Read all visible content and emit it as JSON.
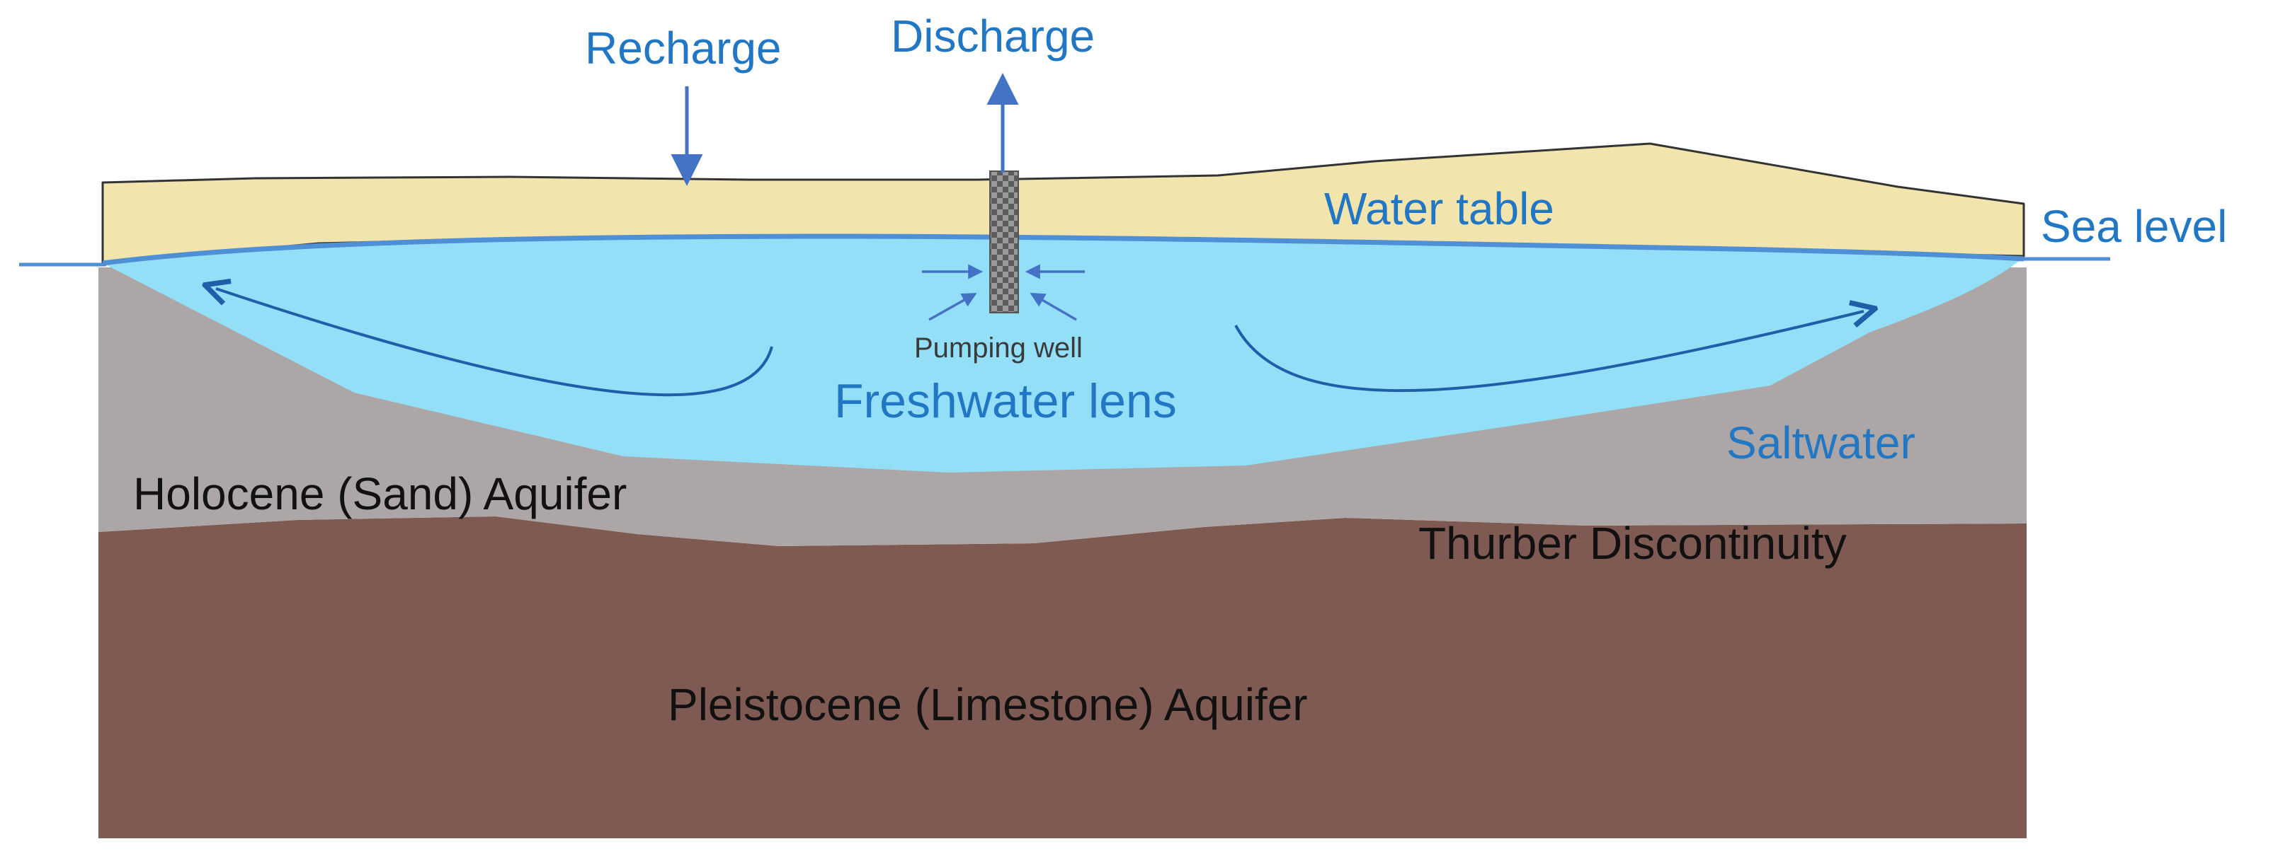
{
  "labels": {
    "recharge": "Recharge",
    "discharge": "Discharge",
    "water_table": "Water table",
    "sea_level": "Sea level",
    "pumping_well": "Pumping well",
    "freshwater_lens": "Freshwater lens",
    "saltwater": "Saltwater",
    "holocene_aquifer": "Holocene (Sand) Aquifer",
    "thurber_discontinuity": "Thurber Discontinuity",
    "pleistocene_aquifer": "Pleistocene (Limestone) Aquifer"
  },
  "colors": {
    "topsoil": "#f2e4ad",
    "freshwater": "#93dff8",
    "holocene": "#aca7a6",
    "pleistocene": "#7e5a53",
    "water_line": "#4f8fd6",
    "label_blue": "#2277c4",
    "arrow_blue": "#4472c4",
    "flow_arrow": "#1d5fa8",
    "outline": "#333333"
  }
}
